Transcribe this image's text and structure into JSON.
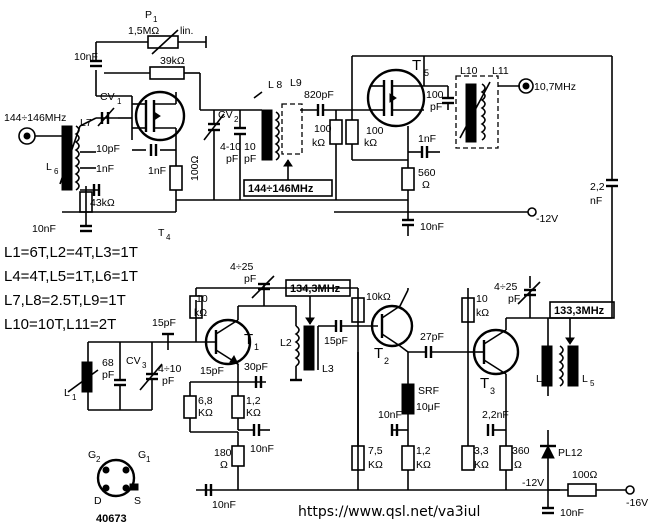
{
  "rails": {
    "top_supply": "-12V",
    "bottom_supply": "-16V",
    "zener_node": "-12V"
  },
  "stage1": {
    "input_freq": "144÷146MHz",
    "pot_name": "P",
    "pot_sub": "1",
    "pot_value": "1,5MΩ",
    "pot_type": "lin.",
    "r_feedback": "39kΩ",
    "c_top": "10nF",
    "cv1_name": "CV",
    "cv1_sub": "1",
    "l6": "L",
    "l6_sub": "6",
    "l7": "L7",
    "c_10pf": "10pF",
    "c_1nf_a": "1nF",
    "c_1nf_b": "1nF",
    "r_43k": "43kΩ",
    "c_10nf_bot": "10nF",
    "t4_name": "T",
    "t4_sub": "4",
    "r_100": "100Ω",
    "cv2_name": "CV",
    "cv2_sub": "2",
    "c_trim": "4-10",
    "c_trim_unit": "pF",
    "c_10": "10",
    "c_10_unit": "pF",
    "l8": "L 8",
    "l9": "L9",
    "c_820": "820pF",
    "r_100k": "100",
    "r_100k_unit": "kΩ",
    "freq_box": "144÷146MHz"
  },
  "stage2": {
    "t5_name": "T",
    "t5_sub": "5",
    "c_100pf": "100",
    "c_100pf_unit": "pF",
    "r_100k": "100",
    "r_100k_unit": "kΩ",
    "c_1nf": "1nF",
    "r_560": "560",
    "r_560_unit": "Ω",
    "c_10nf": "10nF",
    "l10": "L10",
    "l11": "L11",
    "output_freq": "10,7MHz",
    "c_2_2": "2,2",
    "c_2_2_unit": "nF"
  },
  "coil_table": [
    "L1=6T,L2=4T,L3=1T",
    "L4=4T,L5=1T,L6=1T",
    "L7,L8=2.5T,L9=1T",
    "L10=10T,L11=2T"
  ],
  "oscillator": {
    "c_15pf_top": "15pF",
    "r_10k": "10",
    "r_10k_unit": "kΩ",
    "t1_name": "T",
    "t1_sub": "1",
    "c_trim": "4÷25",
    "c_trim_unit": "pF",
    "freq_box": "134,3MHz",
    "l2": "L2",
    "l3": "L3",
    "c_15pf_b": "15pF",
    "c_15pf_c": "15pF",
    "c_30pf": "30pF",
    "c_68": "68",
    "c_68_unit": "pF",
    "cv3_name": "CV",
    "cv3_sub": "3",
    "c_4_10": "4÷10",
    "c_4_10_unit": "pF",
    "l1": "L",
    "l1_sub": "1",
    "r_6_8": "6,8",
    "r_6_8_unit": "KΩ",
    "r_1_2": "1,2",
    "r_1_2_unit": "KΩ",
    "c_10nf": "10nF",
    "r_180": "180",
    "r_180_unit": "Ω",
    "c_10nf_bot": "10nF"
  },
  "buffer": {
    "r_10k": "10kΩ",
    "t2_name": "T",
    "t2_sub": "2",
    "c_27pf": "27pF",
    "srf": "SRF",
    "srf_val": "10μF",
    "c_10nf": "10nF",
    "r_7_5": "7,5",
    "r_7_5_unit": "KΩ",
    "r_1_2": "1,2",
    "r_1_2_unit": "KΩ"
  },
  "multiplier": {
    "r_10k": "10",
    "r_10k_unit": "kΩ",
    "c_trim": "4÷25",
    "c_trim_unit": "pF",
    "freq_box": "133,3MHz",
    "t3_name": "T",
    "t3_sub": "3",
    "l4": "L",
    "l4_sub": "4",
    "l5": "L",
    "l5_sub": "5",
    "c_2_2nf": "2,2nF",
    "r_3_3": "3,3",
    "r_3_3_unit": "KΩ",
    "r_360": "360",
    "r_360_unit": "Ω",
    "zener": "PL12",
    "r_100": "100Ω",
    "c_10nf": "10nF"
  },
  "package": {
    "g2": "G",
    "g2_sub": "2",
    "g1": "G",
    "g1_sub": "1",
    "d": "D",
    "s": "S",
    "part": "40673"
  },
  "footer_url": "https://www.qsl.net/va3iul"
}
